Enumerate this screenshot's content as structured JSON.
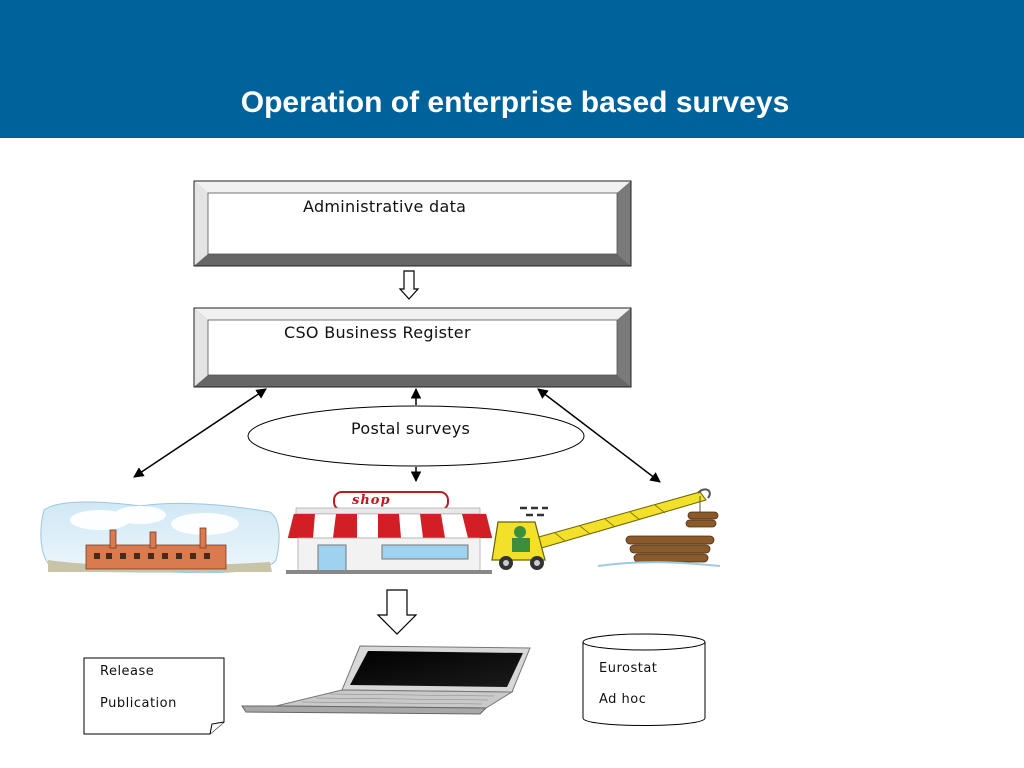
{
  "header": {
    "title": "Operation of enterprise based surveys",
    "background": "#00629b"
  },
  "diagram": {
    "admin_box": {
      "label": "Administrative data"
    },
    "register_box": {
      "label": "CSO Business Register"
    },
    "postal_ellipse": {
      "label": "Postal surveys"
    },
    "shop_sign": {
      "label": "shop"
    },
    "release_note": {
      "line1": "Release",
      "line2": "Publication"
    },
    "eurostat_db": {
      "line1": "Eurostat",
      "line2": "Ad hoc"
    }
  },
  "icons": [
    "factory-icon",
    "shop-icon",
    "forklift-crane-icon",
    "laptop-icon",
    "document-icon",
    "database-icon"
  ]
}
